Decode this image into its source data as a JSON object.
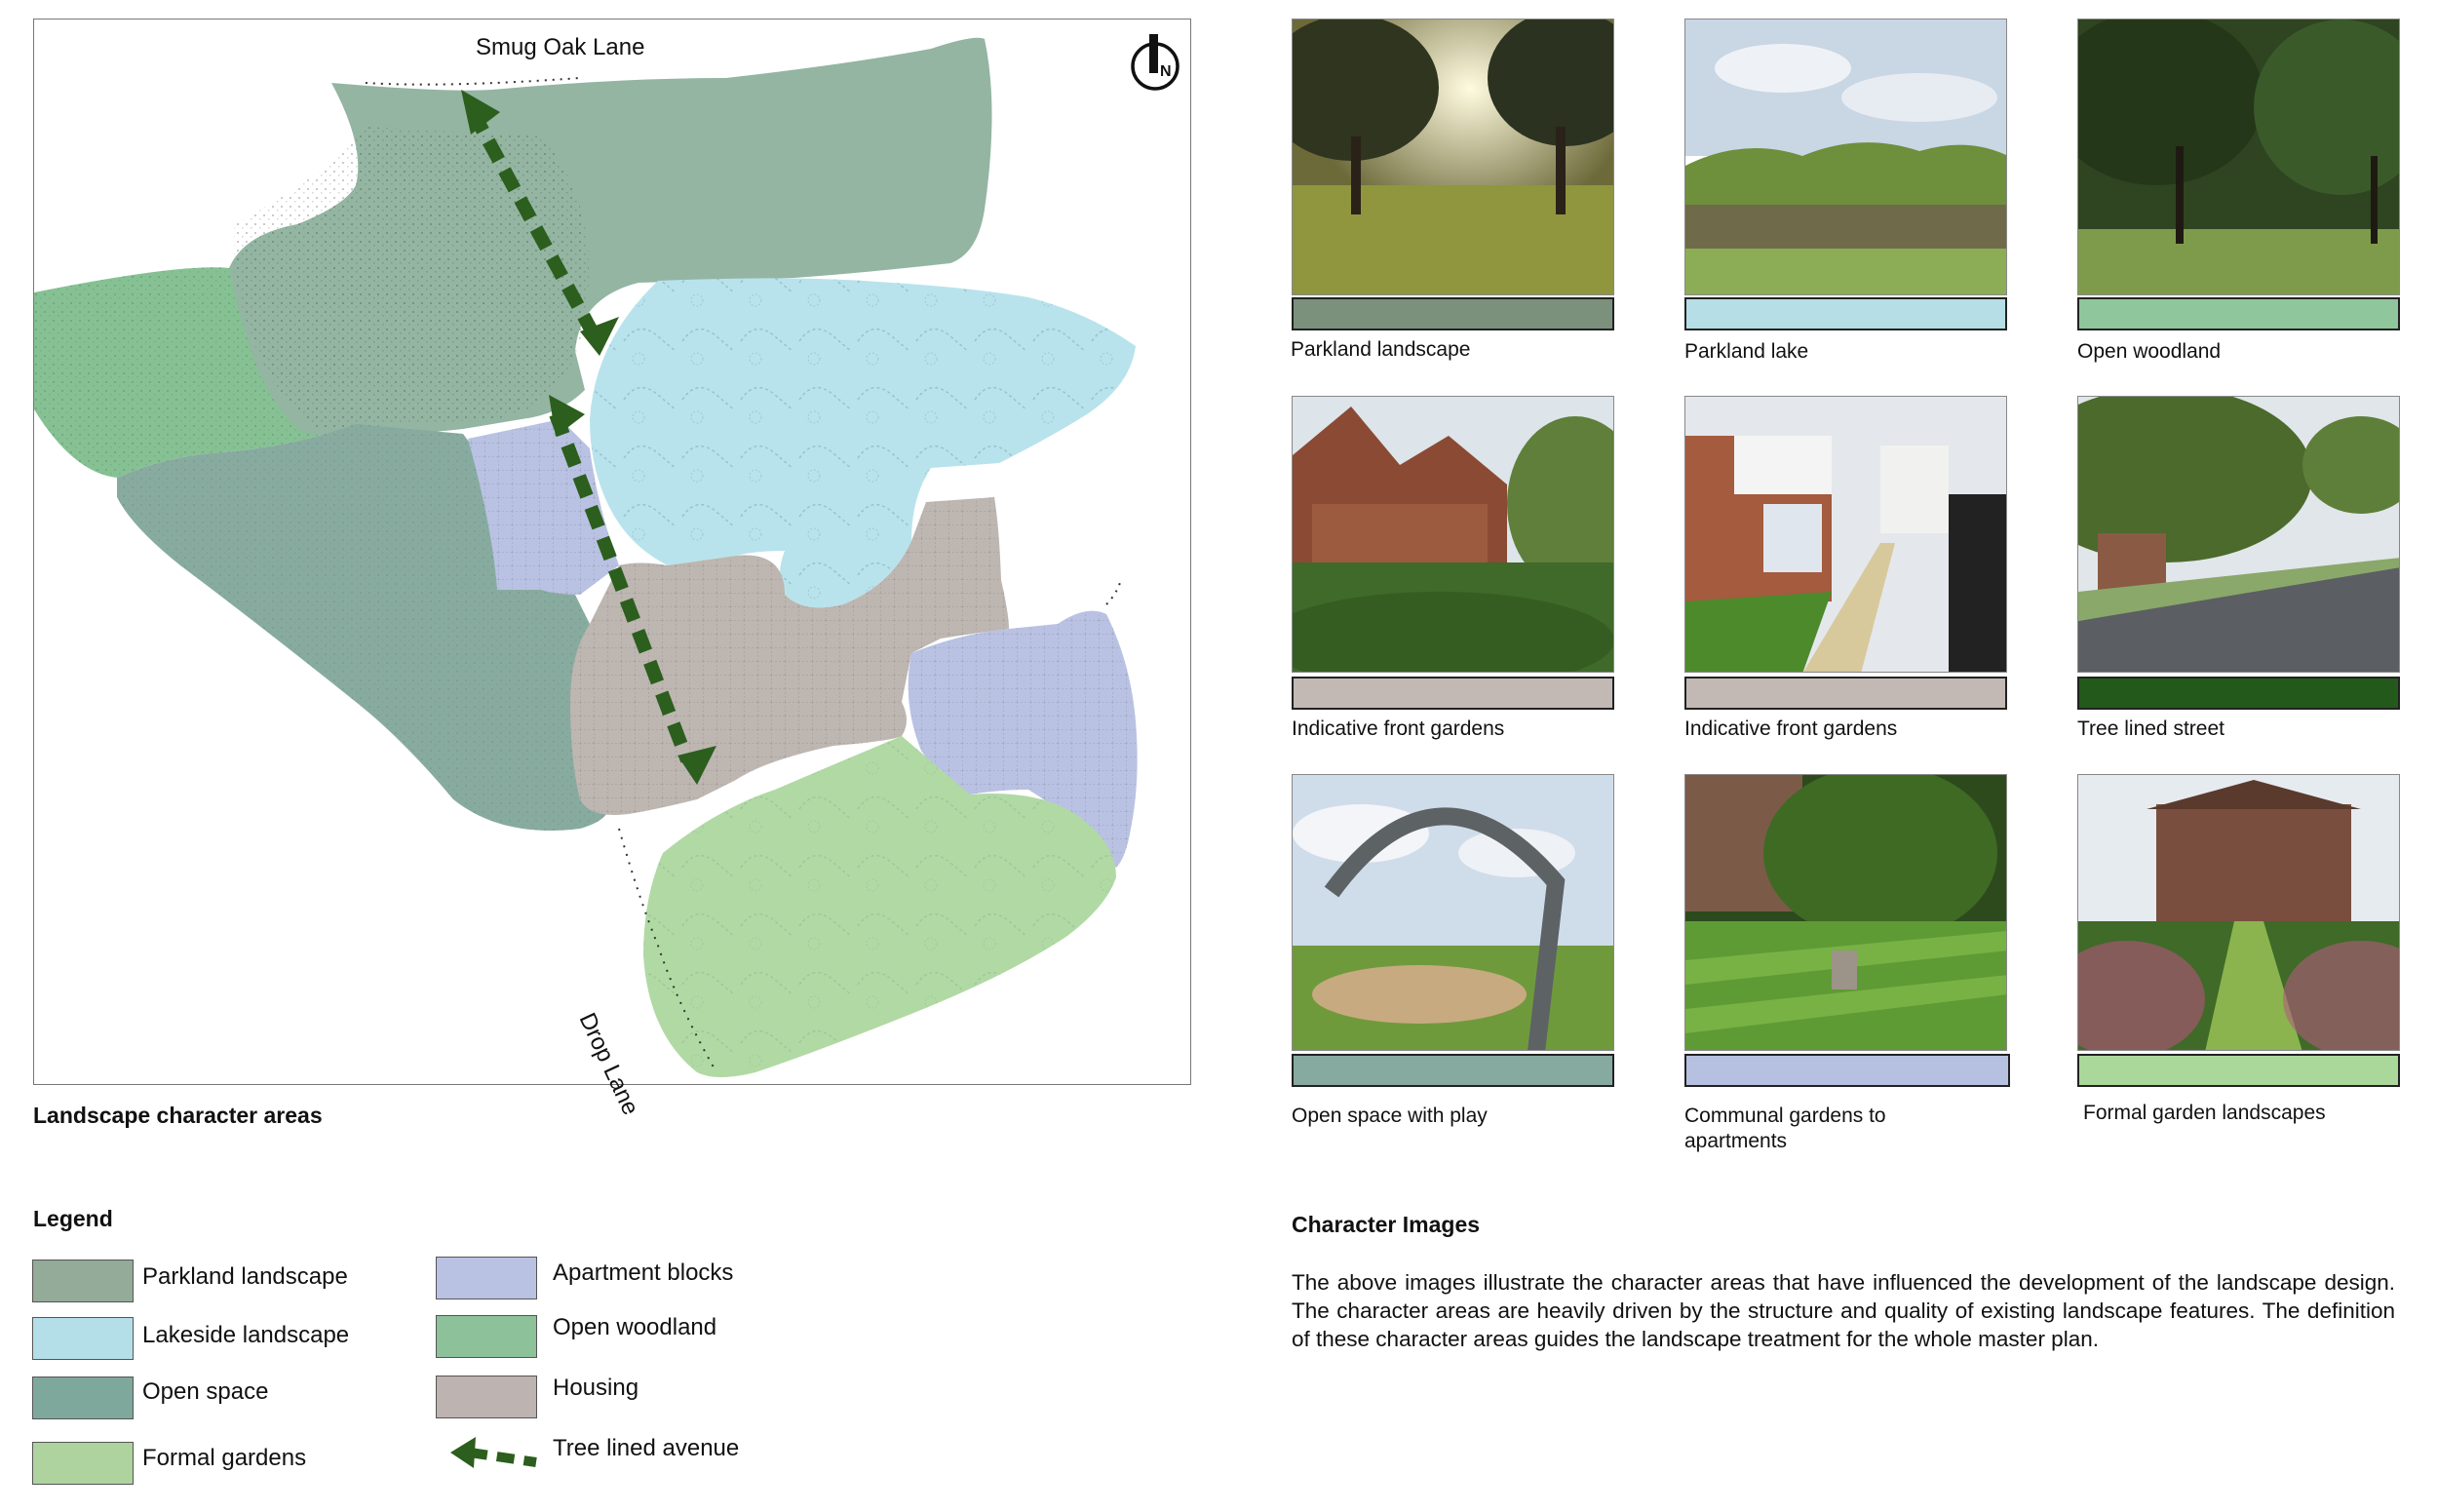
{
  "map": {
    "road_north": "Smug Oak Lane",
    "road_south": "Drop Lane",
    "north_symbol": "N",
    "caption": "Landscape character areas",
    "colors": {
      "parkland": "#93b5a2",
      "lakeside": "#b8e3ec",
      "open_space": "#88aba0",
      "formal": "#b1d9a4",
      "apartments": "#b9c2e3",
      "woodland": "#86c193",
      "housing": "#bdb6b1",
      "avenue": "#2c5e1e"
    }
  },
  "legend": {
    "title": "Legend",
    "items": [
      {
        "label": "Parkland landscape",
        "color": "#93ab98"
      },
      {
        "label": "Lakeside landscape",
        "color": "#b4dfe8"
      },
      {
        "label": "Open space",
        "color": "#7fa89c"
      },
      {
        "label": "Formal gardens",
        "color": "#aed39e"
      },
      {
        "label": "Apartment blocks",
        "color": "#b9c2e2"
      },
      {
        "label": "Open woodland",
        "color": "#8cc19a"
      },
      {
        "label": "Housing",
        "color": "#bdb3b0"
      },
      {
        "label": "Tree lined avenue",
        "color": "#2c5e1e",
        "icon": "dashed-arrow-icon"
      }
    ]
  },
  "character_images": {
    "title": "Character Images",
    "body": "The above images illustrate the character areas that have influenced the development of the landscape design. The character areas are heavily driven by the structure and quality of existing landscape features. The definition of these character areas guides the landscape treatment for the whole master plan.",
    "images": [
      {
        "caption": "Parkland landscape",
        "color": "#7b917c",
        "icon": "parkland-photo"
      },
      {
        "caption": "Parkland lake",
        "color": "#b5dee6",
        "icon": "lake-photo"
      },
      {
        "caption": "Open woodland",
        "color": "#8fc69c",
        "icon": "woodland-photo"
      },
      {
        "caption": "Indicative front gardens",
        "color": "#c2b9b5",
        "icon": "front-garden-photo"
      },
      {
        "caption": "Indicative front gardens",
        "color": "#c2b9b5",
        "icon": "front-path-photo"
      },
      {
        "caption": "Tree lined street",
        "color": "#235a1c",
        "icon": "street-photo"
      },
      {
        "caption": "Open space with play",
        "color": "#86aaa0",
        "icon": "play-area-photo"
      },
      {
        "caption": "Communal gardens to apartments",
        "color": "#b6c0e1",
        "icon": "lawn-photo"
      },
      {
        "caption": "Formal garden landscapes",
        "color": "#a9d89a",
        "icon": "formal-garden-photo"
      }
    ]
  }
}
